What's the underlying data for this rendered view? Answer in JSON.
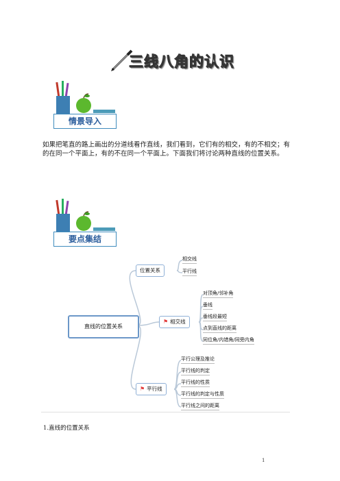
{
  "document": {
    "title": "三线八角的认识",
    "sections": [
      {
        "label": "情景导入"
      },
      {
        "label": "要点集结"
      }
    ],
    "paragraph": {
      "line1": "如果把笔直的路上画出的分道线看作直线，我们看到，它们有的相交，有的不相交；有",
      "line2": "的在同一个平面上，有的不在同一个平面上。下面我们将讨论两种直线的位置关系。"
    },
    "mindmap": {
      "root": "直线的位置关系",
      "branches": [
        {
          "label": "位置关系",
          "leaves": [
            "相交线",
            "平行线"
          ]
        },
        {
          "label": "相交线",
          "leaves": [
            "对顶角/邻补角",
            "垂线",
            "垂线段最短",
            "点到直线的距离",
            "同位角/内错角/同旁内角"
          ]
        },
        {
          "label": "平行线",
          "leaves": [
            "平行公理及推论",
            "平行线的判定",
            "平行线的性质",
            "平行线的判定与性质",
            "平行线之间的距离"
          ]
        }
      ]
    },
    "heading1": "1.直线的位置关系",
    "page_number": "1"
  },
  "colors": {
    "accent_blue": "#3f8bbd",
    "flag_red": "#e23b3b",
    "branch_border": "#8fb0d6"
  }
}
